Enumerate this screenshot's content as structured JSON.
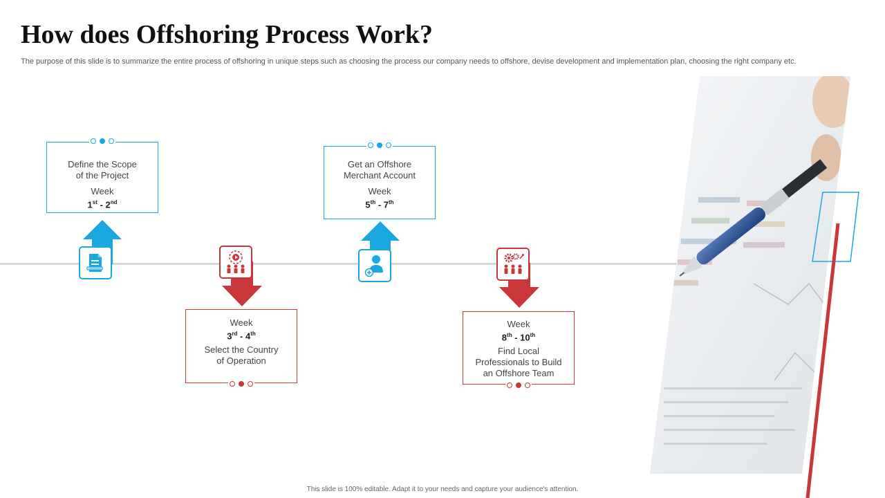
{
  "header": {
    "title": "How does Offshoring Process Work?",
    "subtitle": "The purpose of this slide is to summarize the entire process of offshoring in unique steps such as choosing the process our company needs to offshore, devise development and implementation plan, choosing the right company etc."
  },
  "steps": [
    {
      "title_lines": [
        "Define the Scope",
        "of the Project"
      ],
      "week_label": "Week",
      "range_start": "1",
      "start_sup": "st",
      "range_end": "2",
      "end_sup": "nd",
      "color": "#1ba7e0",
      "icon": "document-pen-icon"
    },
    {
      "title_lines": [
        "Select the Country",
        "of Operation"
      ],
      "week_label": "Week",
      "range_start": "3",
      "start_sup": "rd",
      "range_end": "4",
      "end_sup": "th",
      "color": "#c9373a",
      "icon": "target-team-icon"
    },
    {
      "title_lines": [
        "Get an Offshore",
        "Merchant Account"
      ],
      "week_label": "Week",
      "range_start": "5",
      "start_sup": "th",
      "range_end": "7",
      "end_sup": "th",
      "color": "#1ba7e0",
      "icon": "add-user-icon"
    },
    {
      "title_lines": [
        "Find Local",
        "Professionals to Build",
        "an Offshore Team"
      ],
      "week_label": "Week",
      "range_start": "8",
      "start_sup": "th",
      "range_end": "10",
      "end_sup": "th",
      "color": "#c9373a",
      "icon": "team-gears-icon"
    }
  ],
  "footer": {
    "text": "This slide is 100% editable. Adapt it to your needs and capture your audience's attention."
  },
  "colors": {
    "accent_blue": "#1ba7e0",
    "accent_red": "#c9373a",
    "timeline": "#d6d6d6"
  },
  "photo": {
    "icon": "pen-on-chart-photo"
  }
}
